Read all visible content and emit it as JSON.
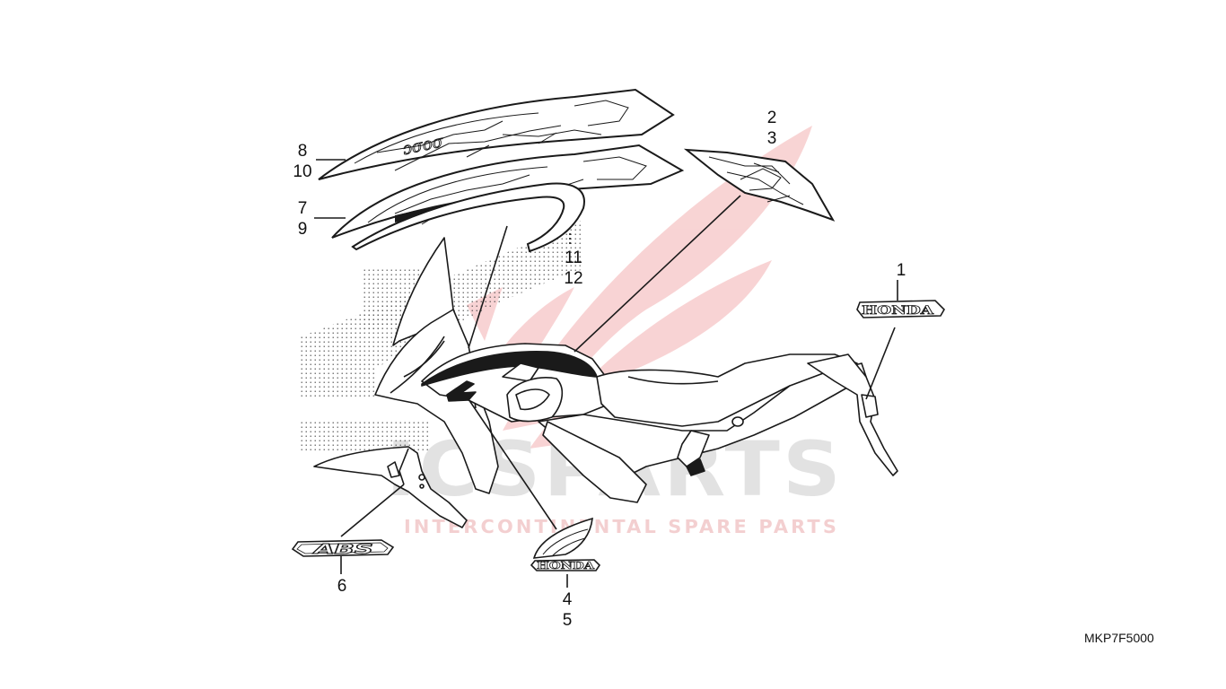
{
  "diagram_ref": "MKP7F5000",
  "part_labels": {
    "p1": "1",
    "p2": "2",
    "p3": "3",
    "p4": "4",
    "p5": "5",
    "p6": "6",
    "p7": "7",
    "p8": "8",
    "p9": "9",
    "p10": "10",
    "p11": "11",
    "p12": "12"
  },
  "emblems": {
    "honda_wordmark": "HONDA",
    "abs_badge": "ABS"
  },
  "watermark": {
    "brand": "ICSPARTS",
    "tagline": "INTERCONTINENTAL SPARE PARTS"
  },
  "colors": {
    "line": "#1a1a1a",
    "watermark_red": "#e4474a",
    "watermark_grey": "#9a9a9a"
  }
}
